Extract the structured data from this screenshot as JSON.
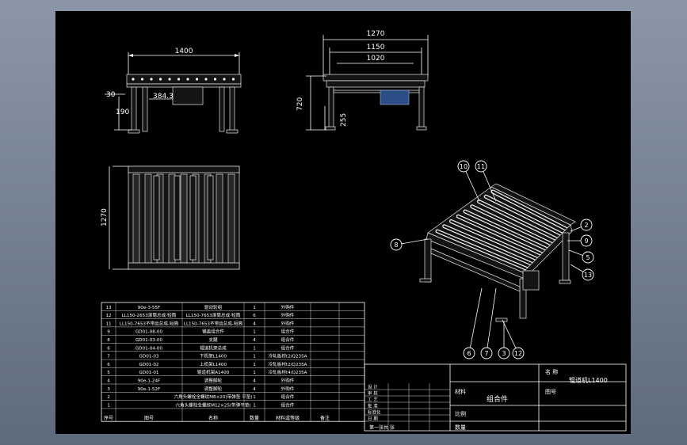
{
  "dimensions": {
    "front_width": "1400",
    "front_left_height": "30",
    "front_leg_height": "190",
    "front_inner": "384.3",
    "side_total": "1270",
    "side_mid": "1150",
    "side_inner": "1020",
    "side_height": "720",
    "side_leg": "255",
    "top_length": "1270"
  },
  "balloons": [
    "10",
    "11",
    "2",
    "9",
    "5",
    "8",
    "13",
    "6",
    "7",
    "3",
    "12"
  ],
  "bom": {
    "rows": [
      {
        "no": "13",
        "code": "90e-3-55F",
        "name": "驱动轮组",
        "qty": "1",
        "remark": "外购件"
      },
      {
        "no": "12",
        "code": "LL150-2653滚筒总成-短筒",
        "name": "LL150-7653滚筒总成-短筒",
        "qty": "6",
        "remark": "外购件"
      },
      {
        "no": "11",
        "code": "LL150-7653不带齿总成-短筒",
        "name": "LL150-7653不带齿总成-短筒",
        "qty": "4",
        "remark": "外购件"
      },
      {
        "no": "9",
        "code": "GD01-08-00",
        "name": "铺盖组合件",
        "qty": "1",
        "remark": "组合件"
      },
      {
        "no": "8",
        "code": "GD01-03-00",
        "name": "支腿",
        "qty": "4",
        "remark": "组合件"
      },
      {
        "no": "6",
        "code": "GD01-04-00",
        "name": "辊道机架总成",
        "qty": "1",
        "remark": "组合件"
      },
      {
        "no": "7",
        "code": "GD01-03",
        "name": "下机架L1400",
        "qty": "1",
        "remark": "冷轧板材t2/Q235A"
      },
      {
        "no": "6",
        "code": "GD01-02",
        "name": "上机架L1400",
        "qty": "1",
        "remark": "冷轧板材t2/Q235A"
      },
      {
        "no": "5",
        "code": "GD01-01",
        "name": "辊道机架A1400",
        "qty": "1",
        "remark": "冷轧板材t4/Q235A"
      },
      {
        "no": "4",
        "code": "90e-1-24F",
        "name": "调整脚轮",
        "qty": "4",
        "remark": "外购件"
      },
      {
        "no": "3",
        "code": "90e-1-52F",
        "name": "调整脚轮",
        "qty": "4",
        "remark": "外购件"
      },
      {
        "no": "2",
        "code": "",
        "name": "六角头螺栓全螺纹M8×20(带弹垫 平垫)",
        "qty": "1",
        "remark": "组合件"
      },
      {
        "no": "1",
        "code": "",
        "name": "六角头螺栓全螺纹M12×25(带弹平垫)",
        "qty": "1",
        "remark": "组合件"
      }
    ],
    "footer": {
      "no": "序号",
      "code": "图号",
      "name": "名称",
      "qty": "数量",
      "remark": "材料或等级",
      "note": "备注"
    }
  },
  "title_block": {
    "name_label": "名 称",
    "name_value": "辊道机L1400",
    "material_label": "材料",
    "material_value": "组合件",
    "drawing_no_label": "图号",
    "side_labels": [
      "设 计",
      "审 核",
      "工 艺",
      "批 准",
      "标准化",
      "日 期"
    ],
    "scale_label": "比例",
    "sheet_label": "数量",
    "footer_left": "第一张共 张"
  }
}
